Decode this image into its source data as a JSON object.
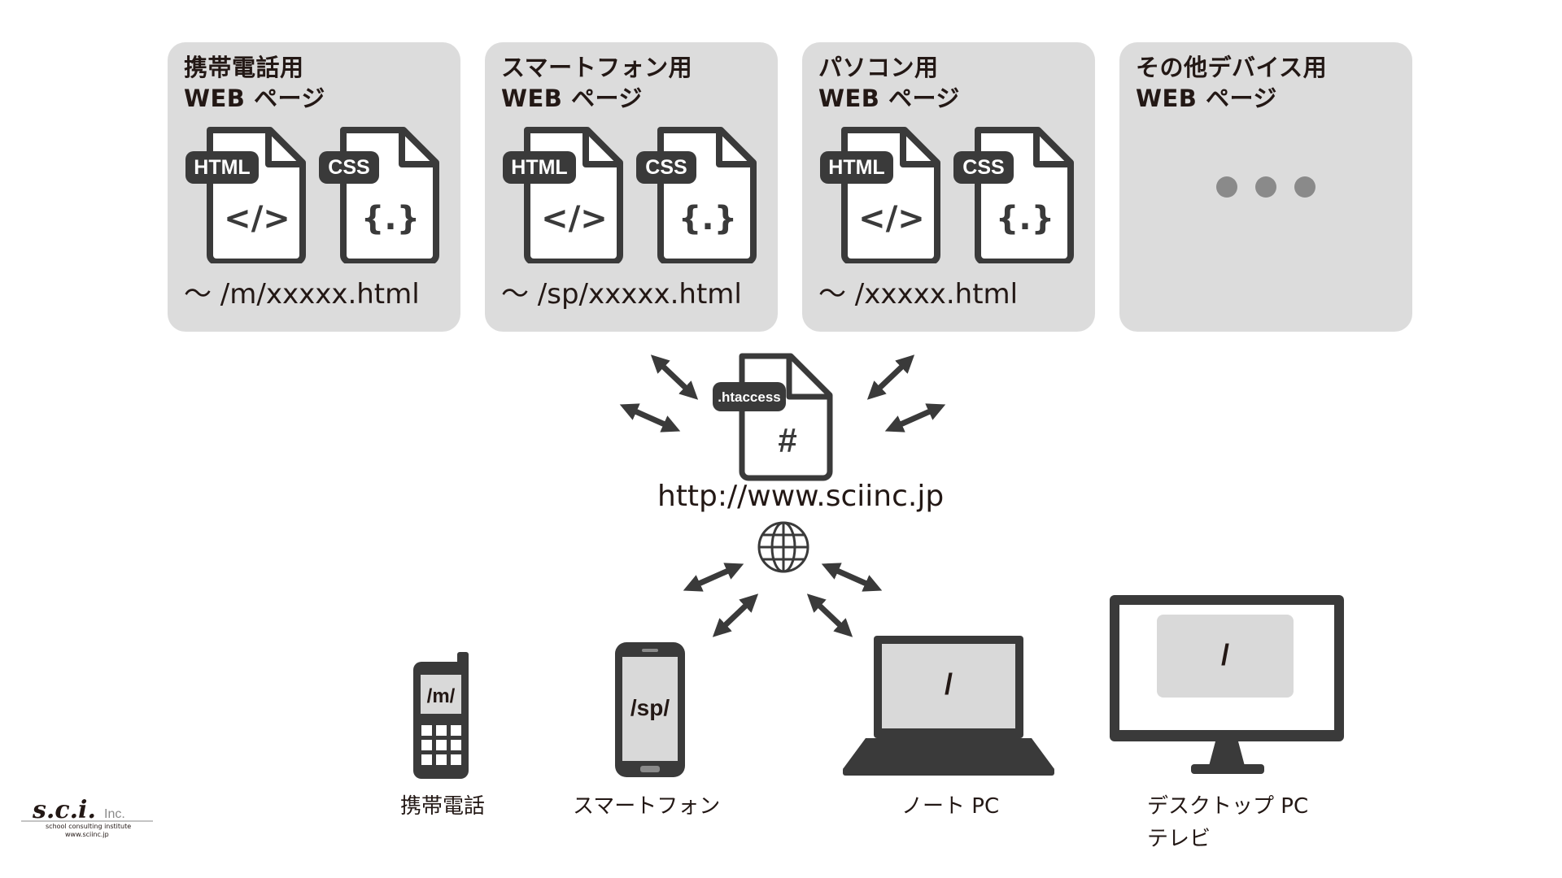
{
  "pages": [
    {
      "title_line1": "携帯電話用",
      "title_line2": "WEB ページ",
      "url": "〜 /m/xxxxx.html",
      "files": [
        "HTML",
        "CSS"
      ]
    },
    {
      "title_line1": "スマートフォン用",
      "title_line2": "WEB ページ",
      "url": "〜 /sp/xxxxx.html",
      "files": [
        "HTML",
        "CSS"
      ]
    },
    {
      "title_line1": "パソコン用",
      "title_line2": "WEB ページ",
      "url": "〜 /xxxxx.html",
      "files": [
        "HTML",
        "CSS"
      ]
    },
    {
      "title_line1": "その他デバイス用",
      "title_line2": "WEB ページ",
      "url": "",
      "files": []
    }
  ],
  "htaccess": {
    "label": ".htaccess",
    "symbol": "#"
  },
  "file_symbols": {
    "html": "</>",
    "css": "{.}"
  },
  "server_url": "http://www.sciinc.jp",
  "devices": [
    {
      "name": "携帯電話",
      "screen_path": "/m/"
    },
    {
      "name": "スマートフォン",
      "screen_path": "/sp/"
    },
    {
      "name": "ノート PC",
      "screen_path": "/"
    },
    {
      "name_line1": "デスクトップ PC",
      "name_line2": "テレビ",
      "screen_path": "/"
    }
  ],
  "logo": {
    "mark": "s.c.i.",
    "suffix": "Inc.",
    "line1": "school consulting institute",
    "line2": "www.sciinc.jp"
  },
  "colors": {
    "card_bg": "#dcdcdc",
    "dark": "#3a3a3a",
    "screen": "#d9d9d9",
    "dot": "#8a8a8a"
  }
}
